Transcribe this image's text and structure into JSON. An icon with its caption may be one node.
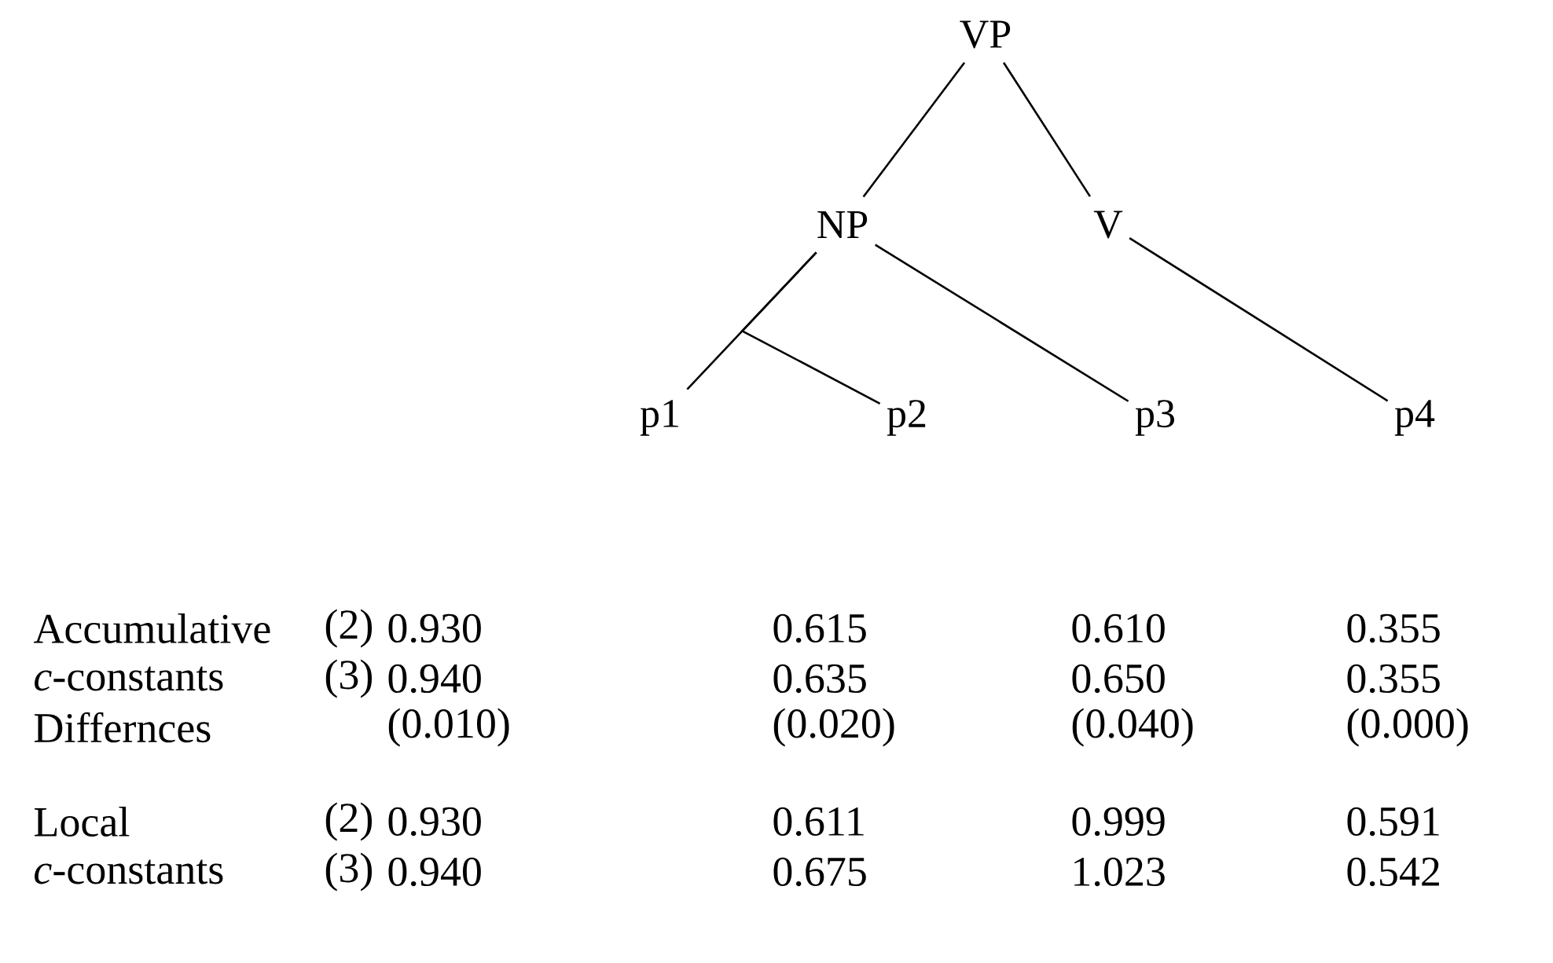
{
  "diagram": {
    "nodes": [
      {
        "text": [
          "VP"
        ]
      },
      {
        "text": [
          "NP"
        ]
      },
      {
        "text": [
          "V"
        ]
      },
      {
        "text": [
          "p1"
        ]
      },
      {
        "text": [
          "p2"
        ]
      },
      {
        "text": [
          "p3"
        ]
      },
      {
        "text": [
          "p4"
        ]
      }
    ],
    "edges": [
      {
        "from": 0,
        "to": 1,
        "arrow": "none"
      },
      {
        "from": 0,
        "to": 2,
        "arrow": "none"
      },
      {
        "from": 1,
        "to": 3,
        "arrow": "none"
      },
      {
        "from": 1,
        "to": 4,
        "arrow": "none"
      },
      {
        "from": 1,
        "to": 5,
        "arrow": "none"
      },
      {
        "from": 2,
        "to": 6,
        "arrow": "none"
      }
    ],
    "labels": [
      "Accumulative",
      "(2)",
      "0.930",
      "0.615",
      "0.610",
      "0.355",
      "*c*-constants",
      "(3)",
      "0.940",
      "0.635",
      "0.650",
      "0.355",
      "Differnces",
      "(0.010)",
      "(0.020)",
      "(0.040)",
      "(0.000)",
      "Local",
      "(2)",
      "0.930",
      "0.611",
      "0.999",
      "0.591",
      "*c*-constants",
      "(3)",
      "0.940",
      "0.675",
      "1.023",
      "0.542"
    ]
  }
}
